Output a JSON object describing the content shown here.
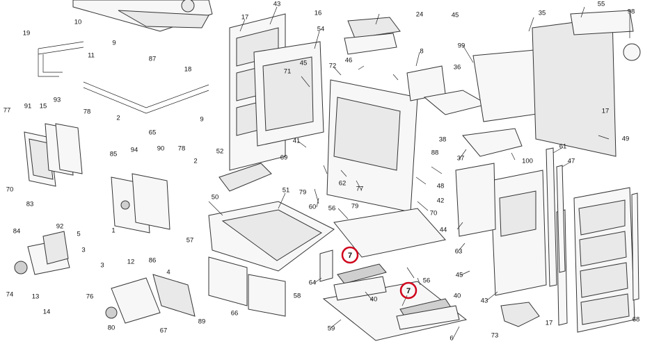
{
  "labels": [
    "1",
    "2",
    "2",
    "3",
    "3",
    "4",
    "5",
    "6",
    "7",
    "7",
    "8",
    "9",
    "9",
    "10",
    "11",
    "12",
    "13",
    "14",
    "15",
    "16",
    "17",
    "17",
    "17",
    "18",
    "19",
    "24",
    "35",
    "36",
    "37",
    "38",
    "40",
    "40",
    "41",
    "42",
    "43",
    "43",
    "44",
    "45",
    "45",
    "45",
    "46",
    "47",
    "48",
    "49",
    "50",
    "51",
    "52",
    "54",
    "55",
    "56",
    "56",
    "57",
    "58",
    "59",
    "60",
    "61",
    "62",
    "63",
    "64",
    "65",
    "66",
    "67",
    "68",
    "69",
    "70",
    "70",
    "71",
    "72",
    "73",
    "74",
    "76",
    "77",
    "77",
    "78",
    "78",
    "79",
    "79",
    "80",
    "83",
    "84",
    "85",
    "86",
    "87",
    "88",
    "89",
    "90",
    "91",
    "92",
    "93",
    "94",
    "98",
    "99",
    "100"
  ],
  "highlighted": [
    "7",
    "7"
  ],
  "highlight_color": "#d0021b"
}
